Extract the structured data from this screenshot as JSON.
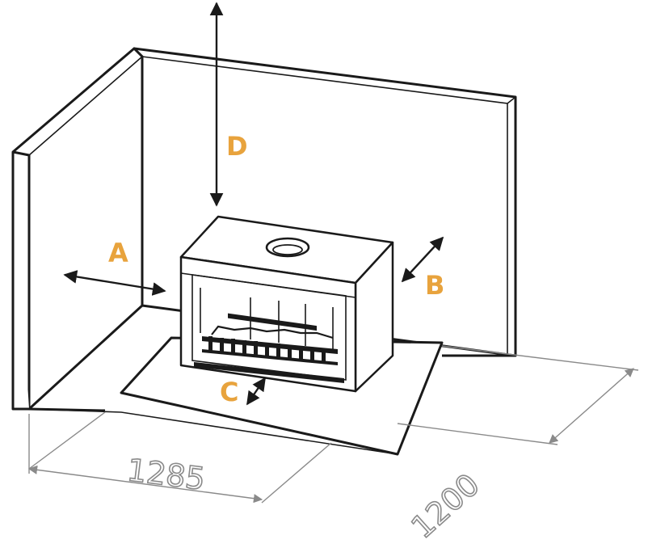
{
  "diagram": {
    "labels": {
      "a": "A",
      "b": "B",
      "c": "C",
      "d": "D"
    },
    "dimensions": {
      "width": "1285",
      "depth": "1200"
    },
    "colors": {
      "label": "#E8A33D",
      "outline": "#1a1a1a",
      "dimension": "#8a8a8a"
    }
  }
}
